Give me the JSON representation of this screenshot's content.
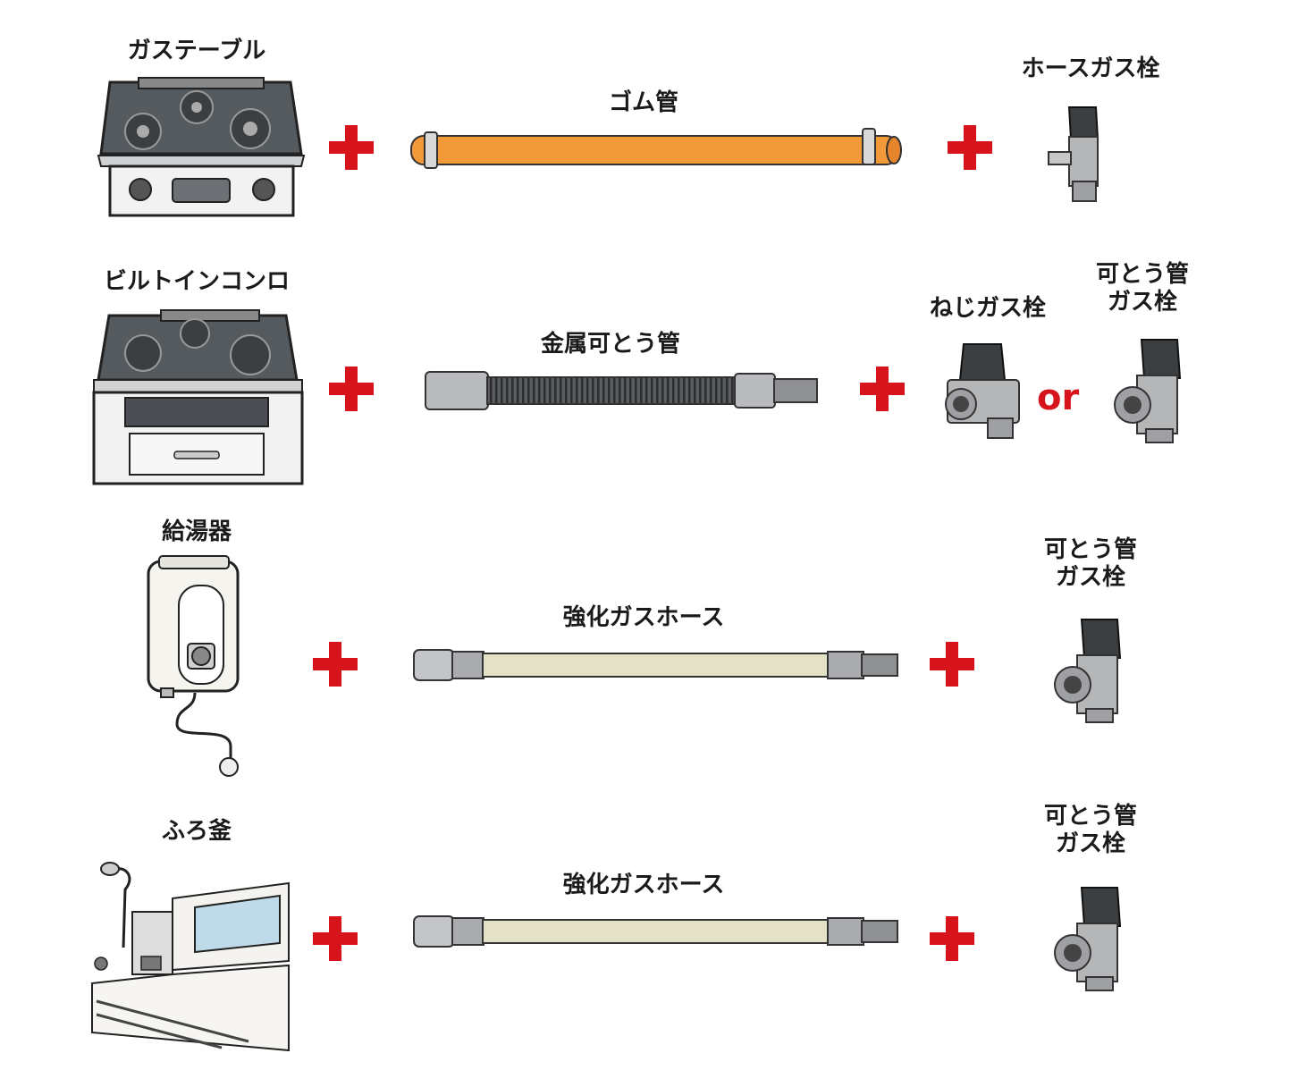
{
  "rows": [
    {
      "appliance": "ガステーブル",
      "hose": "ゴム管",
      "valves": [
        "ホースガス栓"
      ]
    },
    {
      "appliance": "ビルトインコンロ",
      "hose": "金属可とう管",
      "valves": [
        "ねじガス栓",
        "可とう管\nガス栓"
      ],
      "connector": "or"
    },
    {
      "appliance": "給湯器",
      "hose": "強化ガスホース",
      "valves": [
        "可とう管\nガス栓"
      ]
    },
    {
      "appliance": "ふろ釜",
      "hose": "強化ガスホース",
      "valves": [
        "可とう管\nガス栓"
      ]
    }
  ],
  "colors": {
    "plus": "#d7141c",
    "rubber_hose": "#f2993a",
    "reinforced_hose": "#e4e2c6",
    "metal": "#a9abae",
    "stove_top": "#555a5e"
  }
}
